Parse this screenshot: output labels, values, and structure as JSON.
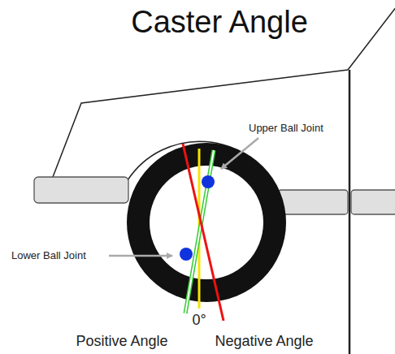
{
  "diagram": {
    "title": "Caster Angle",
    "labels": [
      "Upper Ball Joint",
      "Lower Ball Joint",
      "0°",
      "Positive Angle",
      "Negative Angle"
    ]
  }
}
